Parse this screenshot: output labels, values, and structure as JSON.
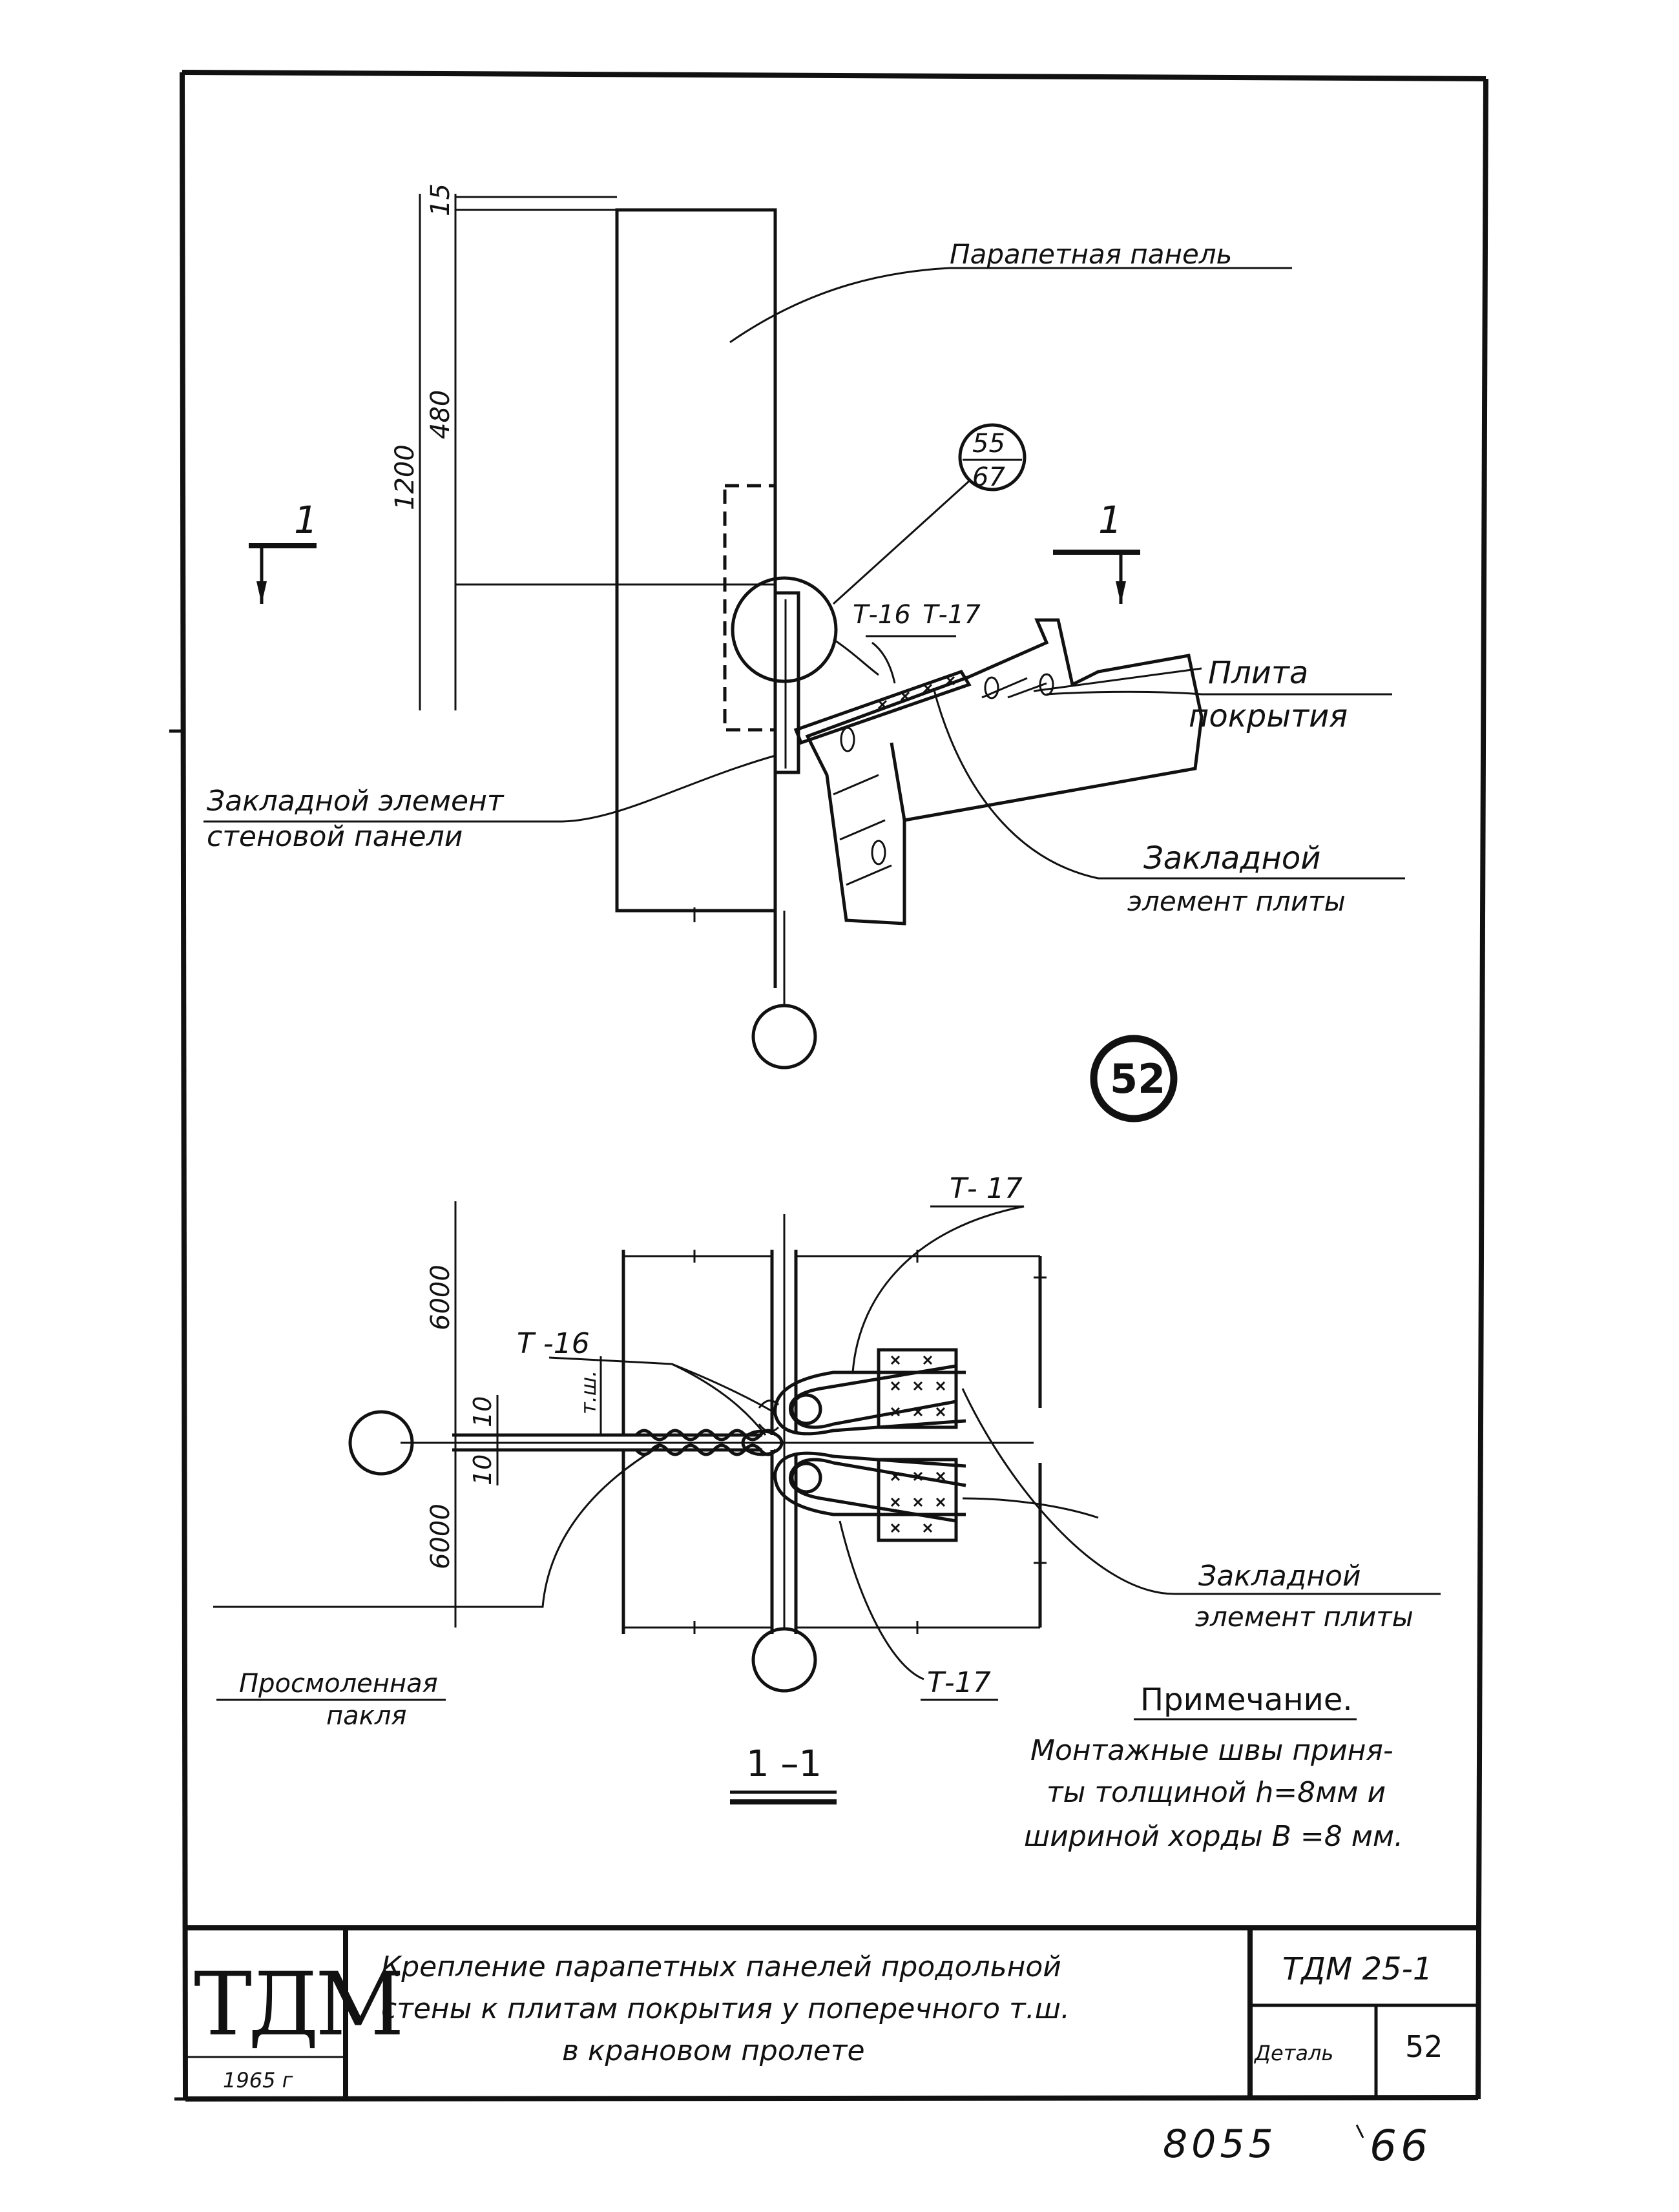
{
  "detail_number": "52",
  "top_view": {
    "dims": {
      "top": "15",
      "mid": "480",
      "total": "1200"
    },
    "section_marker": "1",
    "callout": {
      "top": "55",
      "bottom": "67"
    },
    "labels": {
      "parapet_panel": "Парапетная панель",
      "weld_t16": "Т-16",
      "weld_t17": "Т-17",
      "slab_1": "Плита",
      "slab_2": "покрытия",
      "wall_embed_1": "Закладной элемент",
      "wall_embed_2": "стеновой панели",
      "slab_embed_1": "Закладной",
      "slab_embed_2": "элемент плиты"
    }
  },
  "section_view": {
    "dims": {
      "upper": "6000",
      "gap_upper": "10",
      "gap_lower": "10",
      "lower": "6000",
      "joint": "т.ш."
    },
    "labels": {
      "t17_top": "Т- 17",
      "t16": "Т -16",
      "slab_embed_1": "Закладной",
      "slab_embed_2": "элемент плиты",
      "tow_1": "Просмоленная",
      "tow_2": "пакля",
      "t17_bottom": "Т-17"
    },
    "section_title": "1 –1"
  },
  "note": {
    "title": "Примечание.",
    "lines": [
      "Монтажные швы приня-",
      "ты толщиной  h=8мм и",
      "шириной хорды B =8 мм."
    ]
  },
  "title_block": {
    "logo": "ТДМ",
    "year": "1965 г",
    "title_lines": [
      "Крепление  парапетных панелей продольной",
      "стены к плитам покрытия у поперечного т.ш.",
      "в крановом пролете"
    ],
    "series": "ТДМ 25-1",
    "detail_label": "Деталь",
    "detail_value": "52"
  },
  "footer": {
    "sheet_code": "8055",
    "page": "66"
  }
}
